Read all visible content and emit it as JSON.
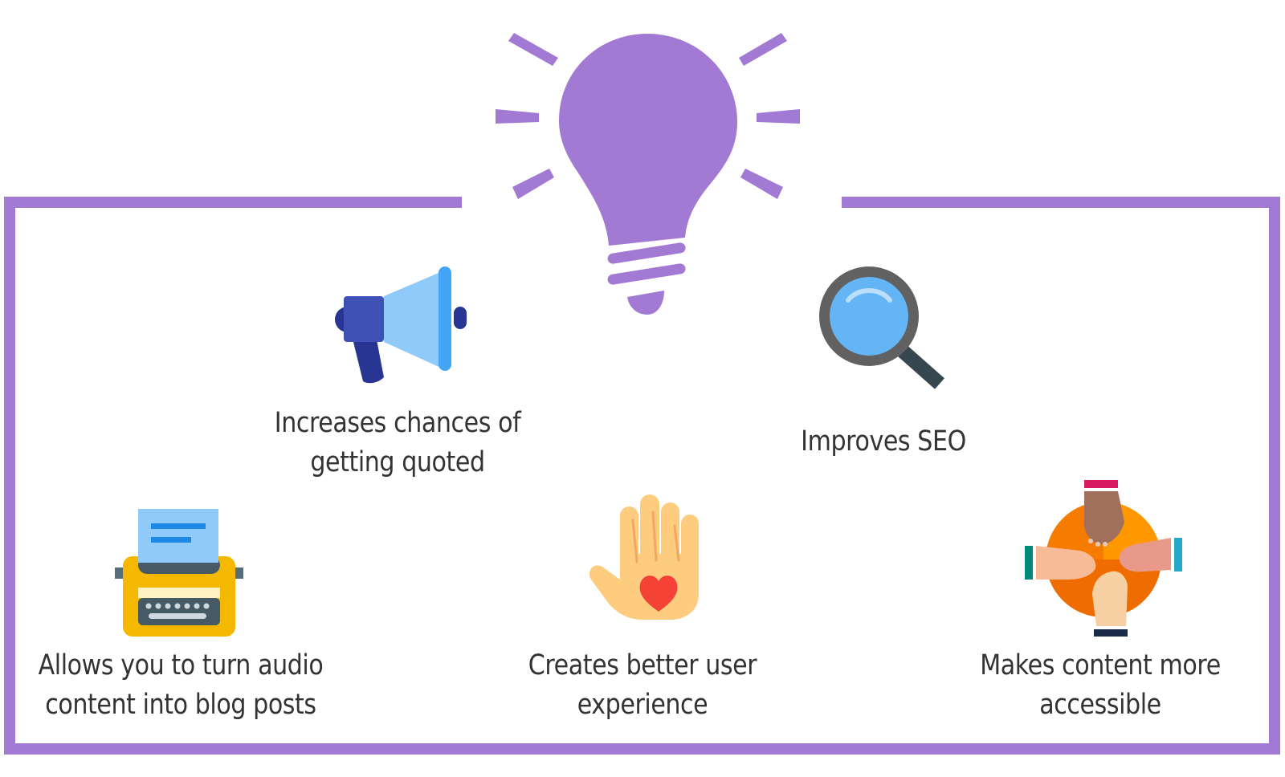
{
  "colors": {
    "accent": "#a27ad4",
    "text": "#333333"
  },
  "header_icon": "lightbulb-icon",
  "benefits": [
    {
      "icon": "megaphone-icon",
      "lines": [
        "Increases chances of",
        "getting quoted"
      ]
    },
    {
      "icon": "magnifier-icon",
      "lines": [
        "Improves SEO"
      ]
    },
    {
      "icon": "typewriter-icon",
      "lines": [
        "Allows you to turn audio",
        "content into blog posts"
      ]
    },
    {
      "icon": "heart-hand-icon",
      "lines": [
        "Creates better user",
        "experience"
      ]
    },
    {
      "icon": "hands-together-icon",
      "lines": [
        "Makes content more",
        "accessible"
      ]
    }
  ]
}
